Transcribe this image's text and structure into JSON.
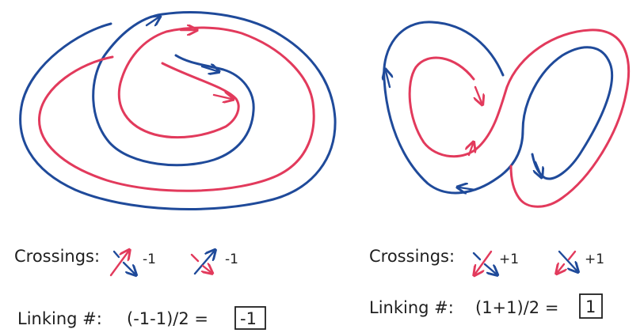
{
  "colors": {
    "blue_strand": "#1f4a9a",
    "red_strand": "#e23a5c",
    "ink": "#1f1f1f",
    "background": "#ffffff"
  },
  "left_example": {
    "crossings_label": "Crossings:",
    "crossing_signs": [
      "-1",
      "-1"
    ],
    "linking_label": "Linking #:",
    "formula": "(-1-1)/2 =",
    "result": "-1"
  },
  "right_example": {
    "crossings_label": "Crossings:",
    "crossing_signs": [
      "+1",
      "+1"
    ],
    "linking_label": "Linking #:",
    "formula": "(1+1)/2 =",
    "result": "1"
  }
}
